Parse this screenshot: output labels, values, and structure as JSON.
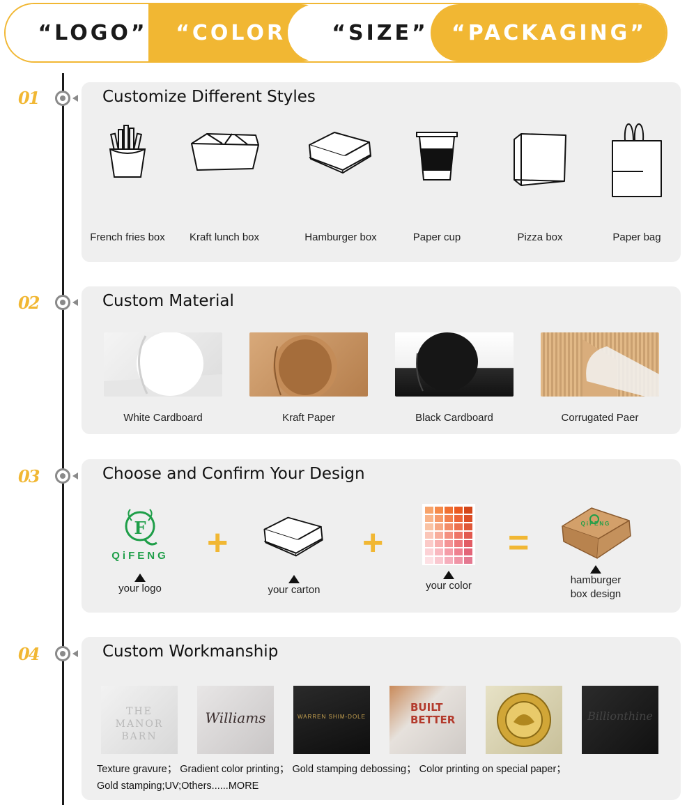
{
  "tabs": [
    "“LOGO”",
    "“COLOR”",
    "“SIZE”",
    "“PACKAGING”"
  ],
  "steps": [
    "01",
    "02",
    "03",
    "04"
  ],
  "section1": {
    "title": "Customize Different Styles",
    "items": [
      "French fries box",
      "Kraft lunch box",
      "Hamburger box",
      "Paper cup",
      "Pizza box",
      "Paper bag"
    ]
  },
  "section2": {
    "title": "Custom Material",
    "items": [
      "White Cardboard",
      "Kraft Paper",
      "Black Cardboard",
      "Corrugated Paer"
    ]
  },
  "section3": {
    "title": "Choose and Confirm Your Design",
    "logo_text": "QiFENG",
    "logo_letter": "F",
    "box_logo_text": "QiFENG",
    "items": [
      "your logo",
      "your carton",
      "your color"
    ],
    "result_line1": "hamburger",
    "result_line2": "box design",
    "plus": "+",
    "equals": "="
  },
  "section4": {
    "title": "Custom Workmanship",
    "sample_texts": [
      "THE MANOR BARN",
      "Williams",
      "WARREN SHIM-DOLE",
      "BUILT BETTER",
      "Billionthine"
    ],
    "line1": "Texture gravure；  Gradient color printing；  Gold stamping debossing；  Color printing on special paper；",
    "line2": "Gold stamping;UV;Others......MORE"
  },
  "colors": {
    "accent": "#f1b733",
    "panel": "#efefef",
    "logo_green": "#1e9e48"
  }
}
